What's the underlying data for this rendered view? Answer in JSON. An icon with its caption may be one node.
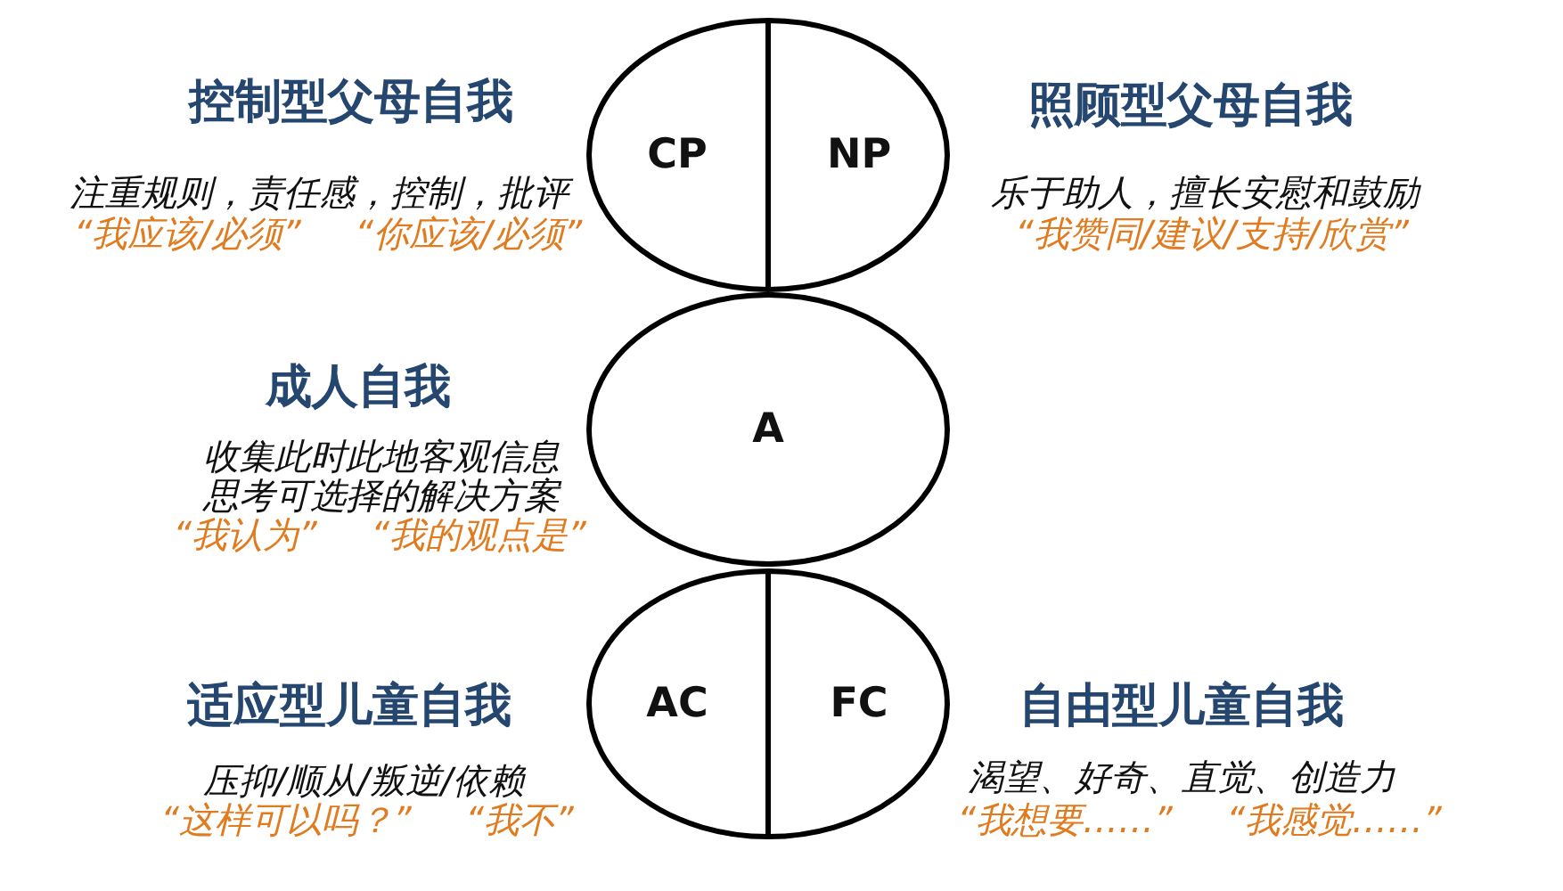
{
  "diagram": {
    "nodes": [
      {
        "text": [
          "CP"
        ],
        "beside": [
          "控制型父母自我",
          "注重规则，责任感，控制，批评",
          "“我应该/必须” “你应该/必须”"
        ]
      },
      {
        "text": [
          "NP"
        ],
        "beside": [
          "照顾型父母自我",
          "乐于助人，擅长安慰和鼓励",
          "“我赞同/建议/支持/欣赏”"
        ]
      },
      {
        "text": [
          "A"
        ],
        "beside": [
          "成人自我",
          "收集此时此地客观信息",
          "思考可选择的解决方案",
          "“我认为” “我的观点是”"
        ]
      },
      {
        "text": [
          "AC"
        ],
        "beside": [
          "适应型儿童自我",
          "压抑/顺从/叛逆/依赖",
          "“这样可以吗？” “我不”"
        ]
      },
      {
        "text": [
          "FC"
        ],
        "beside": [
          "自由型儿童自我",
          "渴望、好奇、直觉、创造力",
          "“我想要……” “我感觉……”"
        ]
      }
    ],
    "edges": []
  }
}
